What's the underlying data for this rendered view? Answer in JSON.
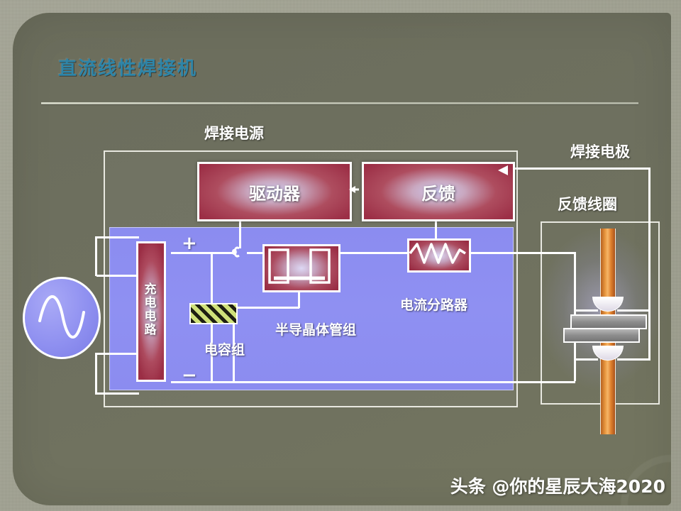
{
  "slide": {
    "title": "直流线性焊接机",
    "title_color": "#2e85a8",
    "background_color": "#6e705f",
    "frame_color": "#a3a493"
  },
  "diagram": {
    "supply_enclosure_label": "焊接电源",
    "electrode_label": "焊接电极",
    "coil_enclosure_label": "反馈线圈",
    "blocks": [
      {
        "id": "driver",
        "label": "驱动器",
        "color": "#9c2f46"
      },
      {
        "id": "feedback",
        "label": "反馈",
        "color": "#9c2f46"
      },
      {
        "id": "charge-circuit",
        "label": "充电电路",
        "color": "#9b2e45",
        "orientation": "vertical"
      }
    ],
    "component_labels": {
      "capacitor_bank": "电容组",
      "transistor_bank": "半导晶体管组",
      "current_shunt": "电流分路器"
    },
    "polarity": {
      "positive": "+",
      "negative": "−"
    },
    "icons": {
      "ac_source": "sine-wave-icon",
      "resistor": "resistor-zigzag-icon",
      "capacitor": "hatched-capacitor-icon",
      "transistor": "transistor-symbol-icon",
      "electrode": "electrode-rod-icon",
      "workpiece": "workpiece-plate-icon",
      "coil": "coil-cup-icon"
    },
    "colors": {
      "circuit_fill": "#8d8ef1",
      "block_fill": "#9c2f46",
      "wire": "#ffffff",
      "electrode": "#e8973f",
      "capacitor_hatch": "#cfe07a",
      "plate": "#8d8d8d"
    }
  },
  "watermark": {
    "text": "头条 @你的星辰大海2020"
  }
}
